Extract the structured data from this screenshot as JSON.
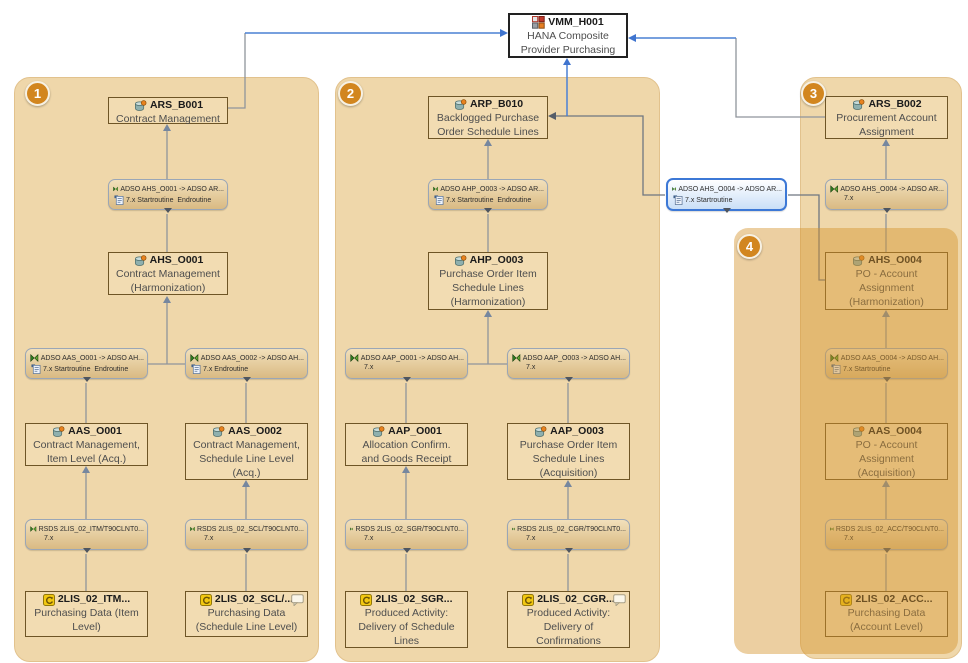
{
  "colors": {
    "group_fill": "#efd7aa",
    "group4_overlay": "#d5942f",
    "node_fill": "#f2dcb2",
    "node_border": "#6e5526",
    "selection_blue": "#3c78d6",
    "wire_blue": "#4a80d4",
    "wire_gray": "#8f949c",
    "badge_orange": "#d2861f"
  },
  "vmm": {
    "title": "VMM_H001",
    "lines": [
      "HANA Composite",
      "Provider Purchasing"
    ]
  },
  "badges": [
    "1",
    "2",
    "3",
    "4"
  ],
  "nodes": {
    "ars_b001": {
      "title": "ARS_B001",
      "lines": [
        "Contract Management"
      ]
    },
    "ahs_o001": {
      "title": "AHS_O001",
      "lines": [
        "Contract Management",
        "(Harmonization)"
      ]
    },
    "aas_o001": {
      "title": "AAS_O001",
      "lines": [
        "Contract Management,",
        "Item Level (Acq.)"
      ]
    },
    "aas_o002": {
      "title": "AAS_O002",
      "lines": [
        "Contract Management,",
        "Schedule Line Level",
        "(Acq.)"
      ]
    },
    "ds_itm": {
      "title": "2LIS_02_ITM...",
      "lines": [
        "Purchasing Data (Item",
        "Level)"
      ]
    },
    "ds_scl": {
      "title": "2LIS_02_SCL/...",
      "lines": [
        "Purchasing Data",
        "(Schedule Line Level)"
      ]
    },
    "arp_b010": {
      "title": "ARP_B010",
      "lines": [
        "Backlogged Purchase",
        "Order Schedule Lines"
      ]
    },
    "ahp_o003": {
      "title": "AHP_O003",
      "lines": [
        "Purchase Order Item",
        "Schedule Lines",
        "(Harmonization)"
      ]
    },
    "aap_o001": {
      "title": "AAP_O001",
      "lines": [
        "Allocation Confirm.",
        "and Goods Receipt"
      ]
    },
    "aap_o003": {
      "title": "AAP_O003",
      "lines": [
        "Purchase Order Item",
        "Schedule Lines",
        "(Acquisition)"
      ]
    },
    "ds_sgr": {
      "title": "2LIS_02_SGR...",
      "lines": [
        "Produced Activity:",
        "Delivery of Schedule",
        "Lines"
      ]
    },
    "ds_cgr": {
      "title": "2LIS_02_CGR...",
      "lines": [
        "Produced Activity:",
        "Delivery of",
        "Confirmations"
      ]
    },
    "ars_b002": {
      "title": "ARS_B002",
      "lines": [
        "Procurement Account",
        "Assignment"
      ]
    },
    "ahs_o004": {
      "title": "AHS_O004",
      "lines": [
        "PO - Account",
        "Assignment",
        "(Harmonization)"
      ]
    },
    "aas_o004": {
      "title": "AAS_O004",
      "lines": [
        "PO - Account",
        "Assignment",
        "(Acquisition)"
      ]
    },
    "ds_acc": {
      "title": "2LIS_02_ACC...",
      "lines": [
        "Purchasing Data",
        "(Account Level)"
      ]
    }
  },
  "transforms": {
    "t1": {
      "name": "ADSO AHS_O001 -> ADSO AR...",
      "ver": "7.x Startroutine  Endroutine"
    },
    "t2a": {
      "name": "ADSO AAS_O001 -> ADSO AH...",
      "ver": "7.x Startroutine  Endroutine"
    },
    "t2b": {
      "name": "ADSO AAS_O002 -> ADSO AH...",
      "ver": "7.x Endroutine"
    },
    "t3": {
      "name": "ADSO AHP_O003 -> ADSO AR...",
      "ver": "7.x Startroutine  Endroutine"
    },
    "t4a": {
      "name": "ADSO AAP_O001 -> ADSO AH...",
      "ver": "7.x"
    },
    "t4b": {
      "name": "ADSO AAP_O003 -> ADSO AH...",
      "ver": "7.x"
    },
    "t5sel": {
      "name": "ADSO AHS_O004 -> ADSO AR...",
      "ver": "7.x Startroutine"
    },
    "t5": {
      "name": "ADSO AHS_O004 -> ADSO AR...",
      "ver": "7.x"
    },
    "t6": {
      "name": "ADSO AAS_O004 -> ADSO AH...",
      "ver": "7.x Startroutine"
    },
    "r_itm": {
      "name": "RSDS 2LIS_02_ITM/T90CLNT0...",
      "ver": "7.x"
    },
    "r_scl": {
      "name": "RSDS 2LIS_02_SCL/T90CLNT0...",
      "ver": "7.x"
    },
    "r_sgr": {
      "name": "RSDS 2LIS_02_SGR/T90CLNT0...",
      "ver": "7.x"
    },
    "r_cgr": {
      "name": "RSDS 2LIS_02_CGR/T90CLNT0...",
      "ver": "7.x"
    },
    "r_acc": {
      "name": "RSDS 2LIS_02_ACC/T90CLNT0...",
      "ver": "7.x"
    }
  }
}
